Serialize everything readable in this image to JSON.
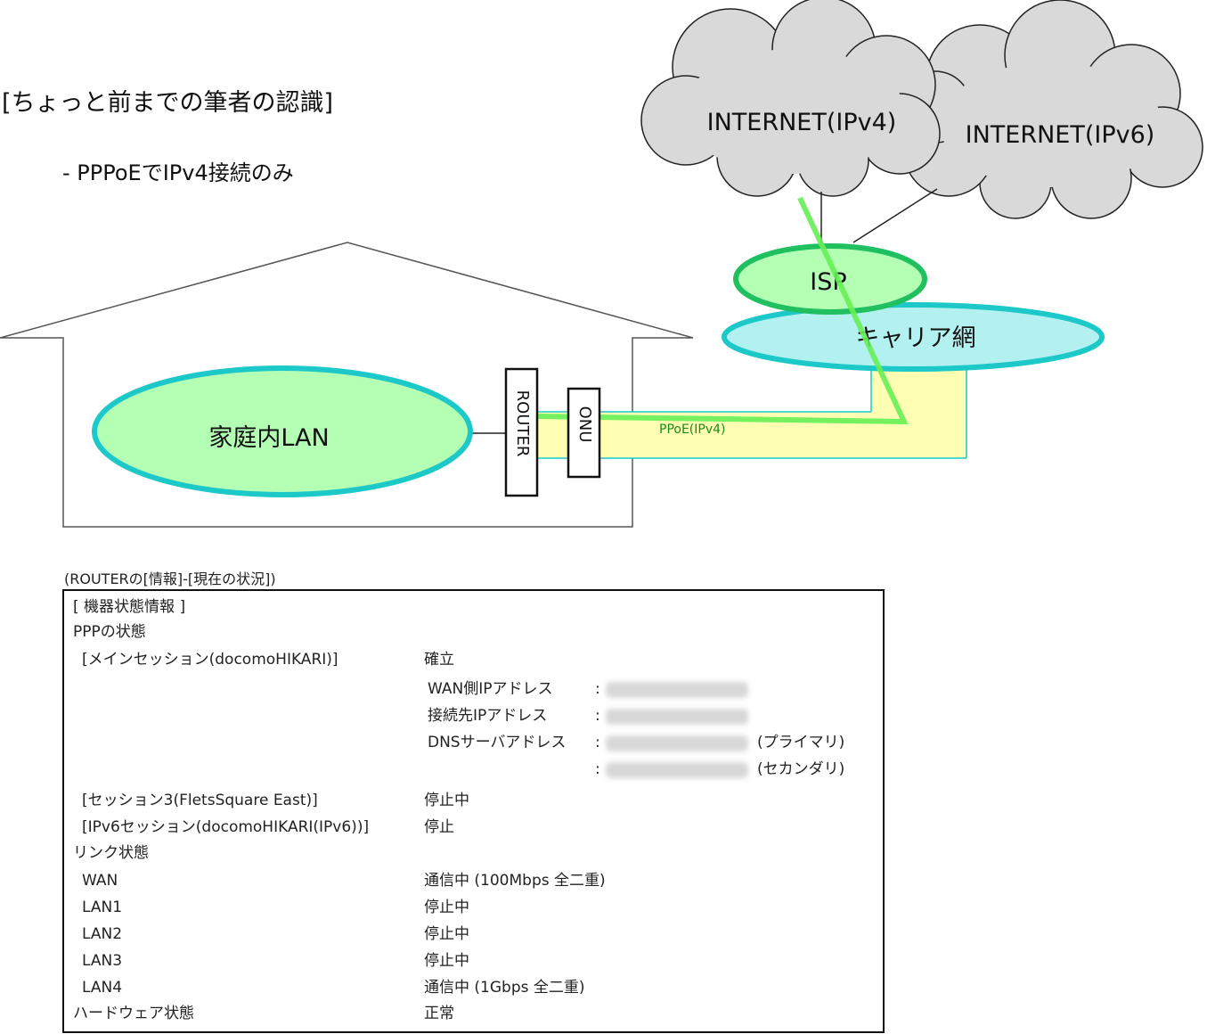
{
  "diagram": {
    "heading": "[ちょっと前までの筆者の認識]",
    "subheading": "- PPPoEでIPv4接続のみ",
    "cloud_ipv4_label": "INTERNET(IPv4)",
    "cloud_ipv6_label": "INTERNET(IPv6)",
    "isp_label": "ISP",
    "carrier_label": "キャリア網",
    "lan_label": "家庭内LAN",
    "router_label": "ROUTER",
    "onu_label": "ONU",
    "pppoe_label": "PPoE(IPv4)",
    "colors": {
      "cloud_fill": "#d9d9d9",
      "lan_fill": "#b3ffb3",
      "lan_stroke": "#1cc8c8",
      "isp_fill": "#b3ffb3",
      "isp_stroke": "#20c060",
      "carrier_fill": "#b3f0f0",
      "carrier_stroke": "#1cc8c8",
      "tunnel_fill": "#ffffb3",
      "pppoe_line": "#66ee55",
      "pppoe_text": "#1a8c1a"
    }
  },
  "status_panel": {
    "caption": "(ROUTERの[情報]-[現在の状況])",
    "title": "[ 機器状態情報 ]",
    "ppp_heading": "PPPの状態",
    "main_session": {
      "label": "[メインセッション(docomoHIKARI)]",
      "value": "確立"
    },
    "wan_ip_label": "WAN側IPアドレス",
    "dest_ip_label": "接続先IPアドレス",
    "dns_label": "DNSサーバアドレス",
    "colon": ":",
    "primary_note": "(プライマリ)",
    "secondary_note": "(セカンダリ)",
    "session3": {
      "label": "[セッション3(FletsSquare East)]",
      "value": "停止中"
    },
    "ipv6_session": {
      "label": "[IPv6セッション(docomoHIKARI(IPv6))]",
      "value": "停止"
    },
    "link_heading": "リンク状態",
    "wan": {
      "label": "WAN",
      "value": "通信中 (100Mbps 全二重)"
    },
    "lan1": {
      "label": "LAN1",
      "value": "停止中"
    },
    "lan2": {
      "label": "LAN2",
      "value": "停止中"
    },
    "lan3": {
      "label": "LAN3",
      "value": "停止中"
    },
    "lan4": {
      "label": "LAN4",
      "value": "通信中 (1Gbps 全二重)"
    },
    "hardware": {
      "label": "ハードウェア状態",
      "value": "正常"
    }
  }
}
